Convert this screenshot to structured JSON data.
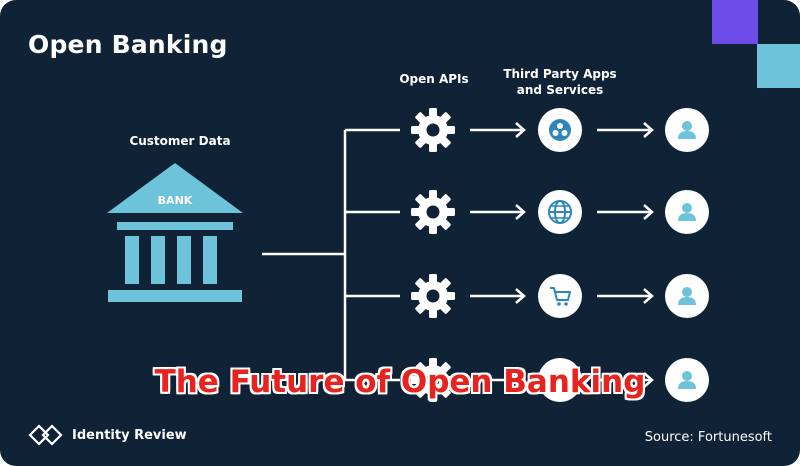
{
  "title": "Open Banking",
  "overlay_title": "The Future of Open Banking",
  "labels": {
    "customer_data": "Customer Data",
    "open_apis": "Open APIs",
    "third_party": "Third Party Apps and Services"
  },
  "bank_label": "BANK",
  "rows": [
    {
      "api_icon": "gear-icon",
      "service_icon": "dots-circle-icon",
      "user_icon": "user-icon"
    },
    {
      "api_icon": "gear-icon",
      "service_icon": "globe-icon",
      "user_icon": "user-icon"
    },
    {
      "api_icon": "gear-icon",
      "service_icon": "cart-icon",
      "user_icon": "user-icon"
    },
    {
      "api_icon": "gear-icon",
      "service_icon": "bird-icon",
      "user_icon": "user-icon"
    }
  ],
  "footer": {
    "brand": "Identity Review",
    "source": "Source: Fortunesoft"
  },
  "colors": {
    "background": "#0f2236",
    "bank": "#6dc3d9",
    "accent_purple": "#6b4ce6",
    "accent_teal": "#6dc3d9",
    "overlay_red": "#e8221c",
    "service_icon": "#2f86b8",
    "user_icon": "#6dc3d9"
  }
}
